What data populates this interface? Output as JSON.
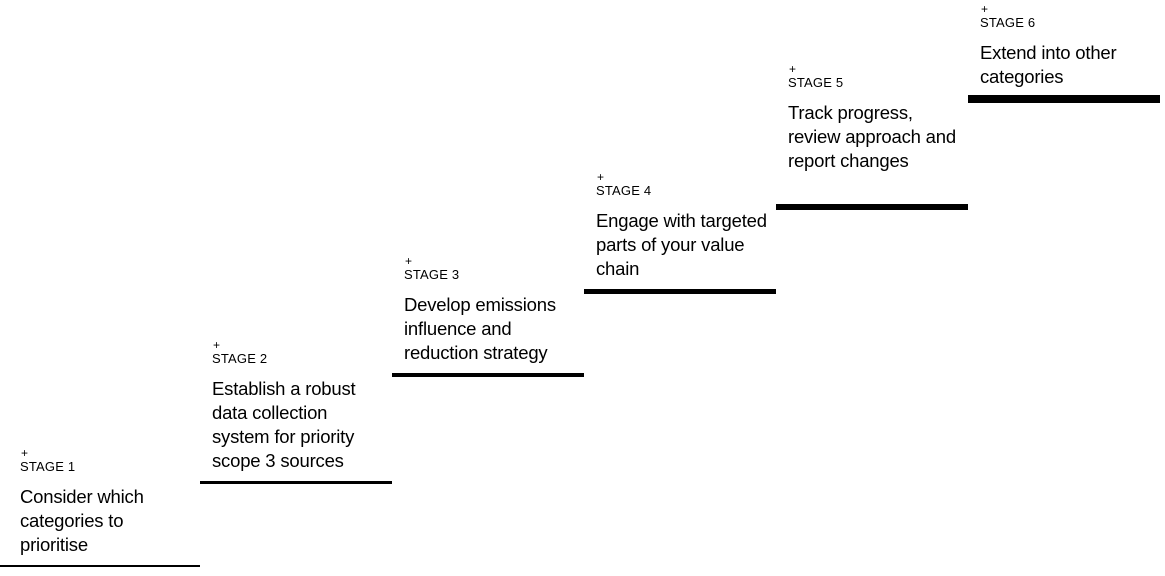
{
  "stages": [
    {
      "marker": "+",
      "label": "STAGE 1",
      "title": "Consider which categories to prioritise"
    },
    {
      "marker": "+",
      "label": "STAGE 2",
      "title": "Establish a robust data collection system for priority scope 3 sources"
    },
    {
      "marker": "+",
      "label": "STAGE 3",
      "title": "Develop emissions influence and reduction strategy"
    },
    {
      "marker": "+",
      "label": "STAGE 4",
      "title": "Engage with targeted parts of your value chain"
    },
    {
      "marker": "+",
      "label": "STAGE 5",
      "title": "Track progress, review approach and report changes"
    },
    {
      "marker": "+",
      "label": "STAGE 6",
      "title": "Extend into other categories"
    }
  ],
  "colors": {
    "text": "#000000",
    "background": "#ffffff",
    "rule": "#000000"
  }
}
